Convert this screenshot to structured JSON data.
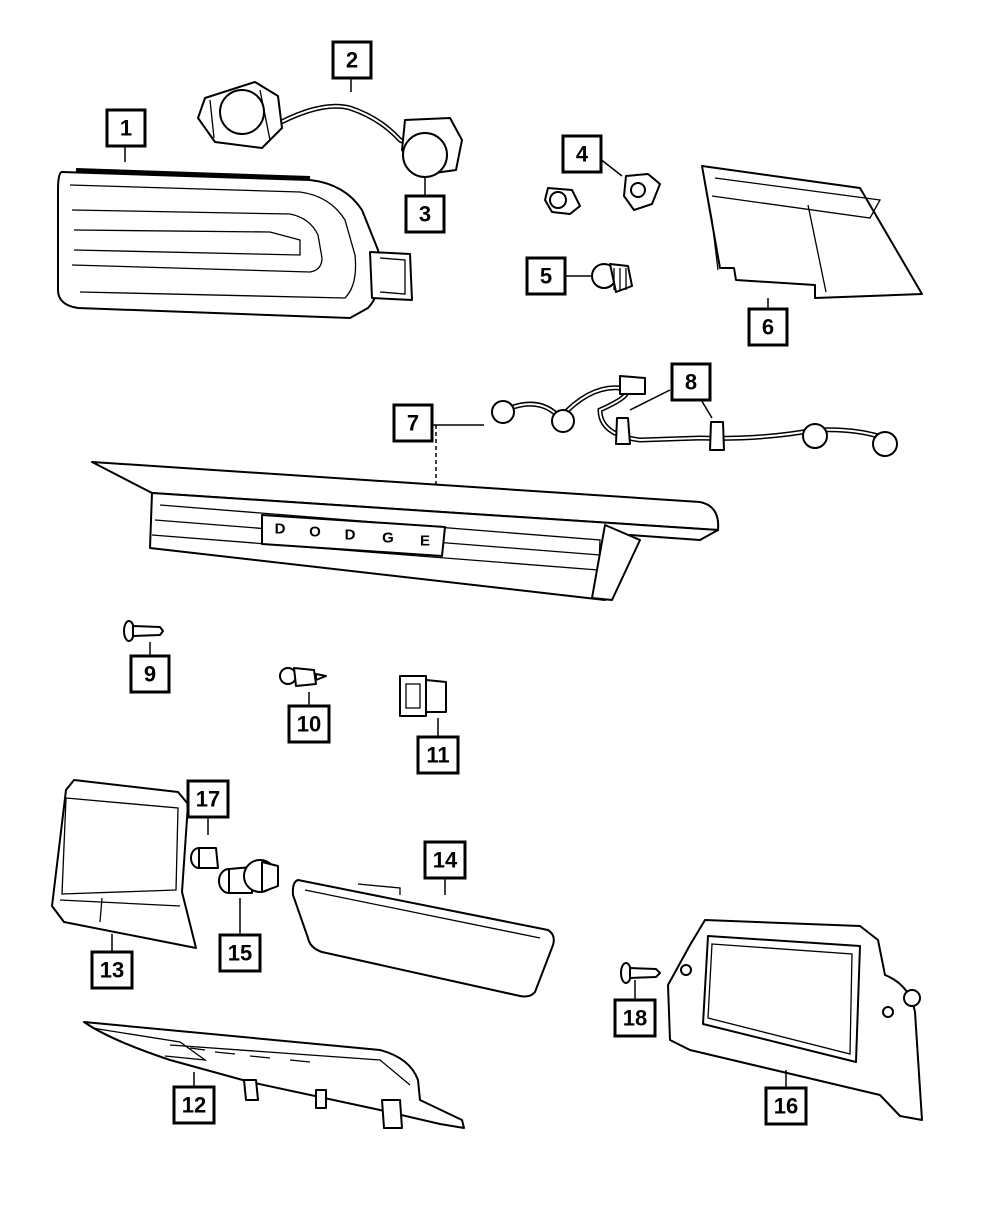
{
  "diagram": {
    "callouts": [
      "1",
      "2",
      "3",
      "4",
      "5",
      "6",
      "7",
      "8",
      "9",
      "10",
      "11",
      "12",
      "13",
      "14",
      "15",
      "16",
      "17",
      "18"
    ],
    "badge_letters": [
      "D",
      "O",
      "D",
      "G",
      "E"
    ]
  }
}
